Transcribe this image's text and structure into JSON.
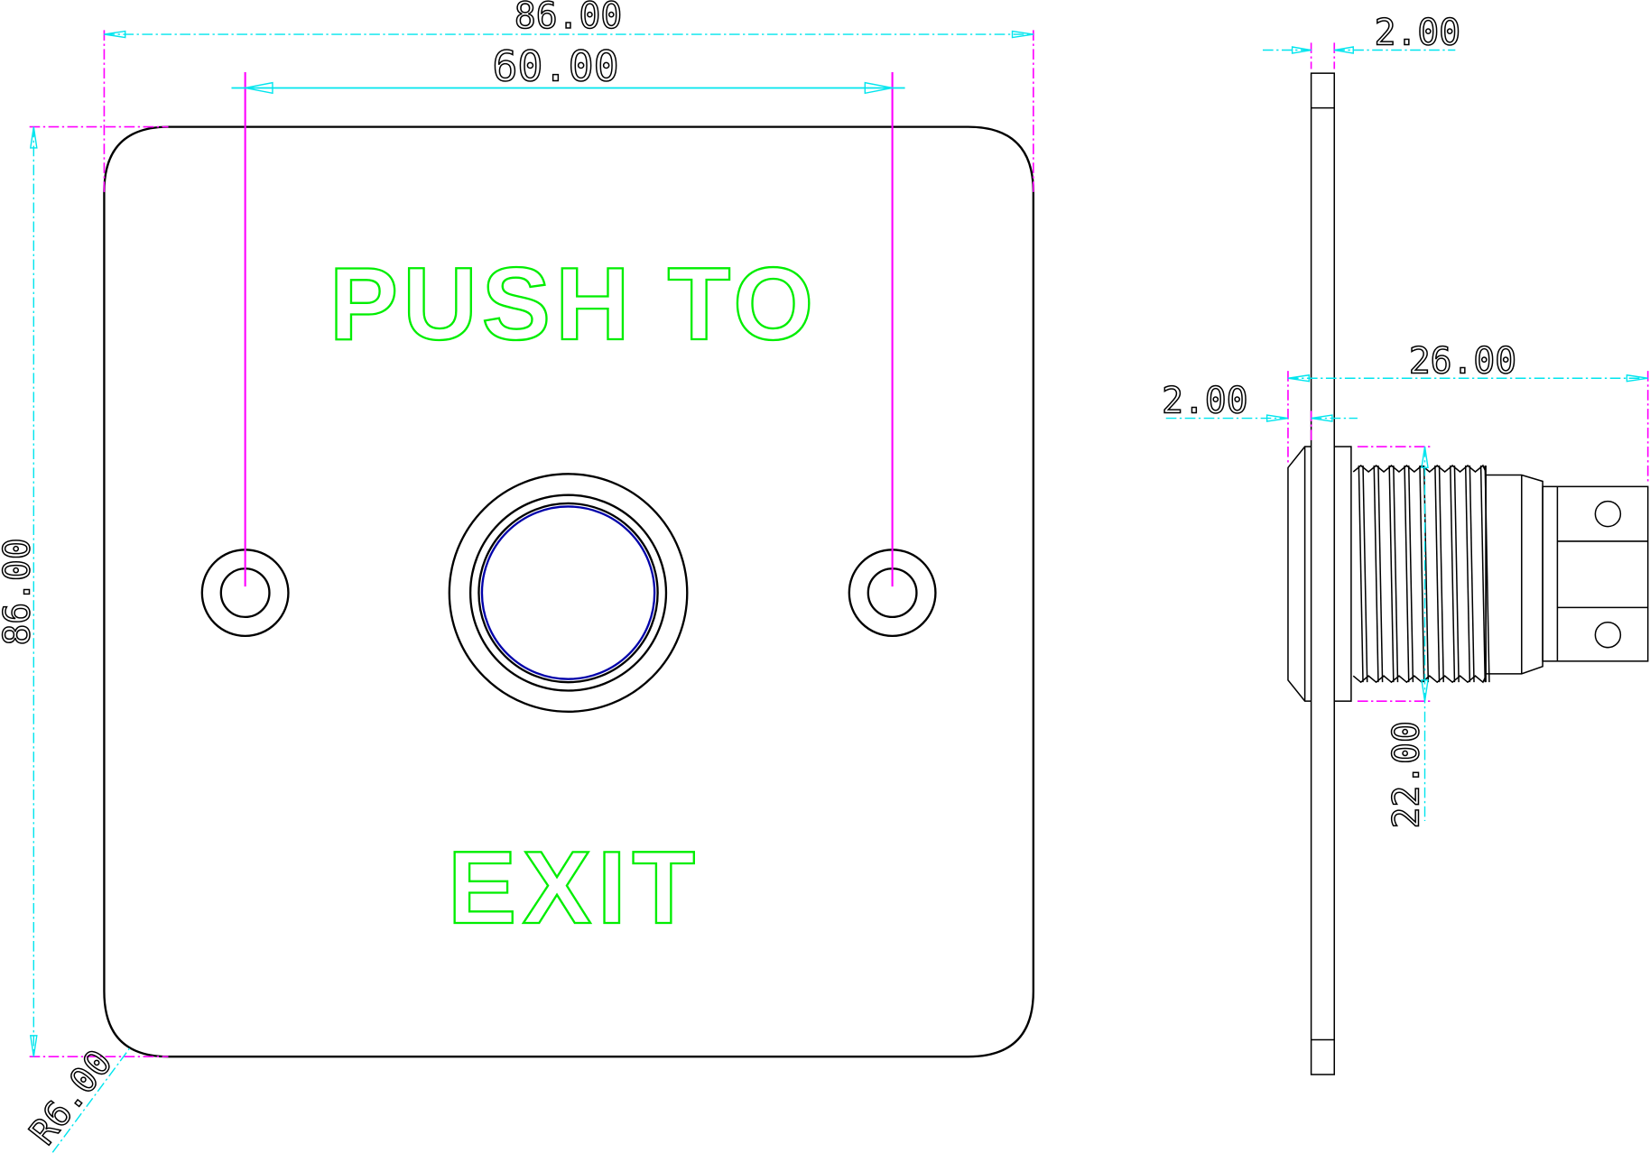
{
  "drawing": {
    "front_view": {
      "label_line1": "PUSH TO",
      "label_line2": "EXIT",
      "dimensions": {
        "overall_width": "86.00",
        "hole_spacing": "60.00",
        "overall_height": "86.00",
        "corner_radius": "R6.00"
      }
    },
    "side_view": {
      "dimensions": {
        "plate_thickness": "2.00",
        "total_depth": "26.00",
        "bezel_thickness": "2.00",
        "thread_diameter": "22.00"
      }
    },
    "colors": {
      "outline": "#000000",
      "dimension": "#00e5ee",
      "extension": "#ff00ff",
      "engraving": "#00ee00",
      "button_edge": "#0000aa"
    }
  }
}
